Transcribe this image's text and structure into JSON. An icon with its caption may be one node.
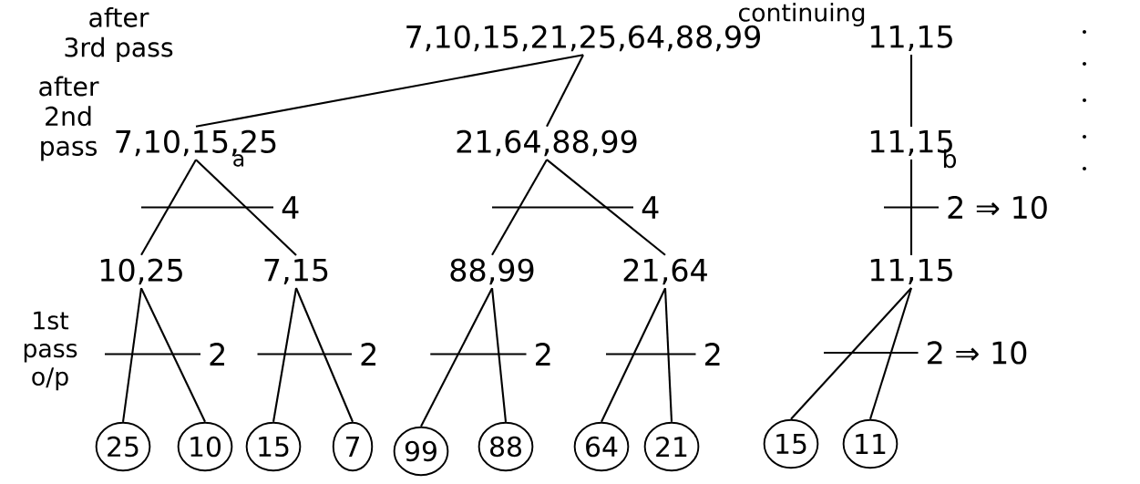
{
  "diagram": {
    "nodes": [
      {
        "text": [
          "7,10,15,21,25,64,88,99"
        ]
      },
      {
        "text": [
          "11,15"
        ]
      },
      {
        "text": [
          "7,10,15,25"
        ]
      },
      {
        "text": [
          "21,64,88,99"
        ]
      },
      {
        "text": [
          "11,15"
        ]
      },
      {
        "text": [
          "10,25"
        ]
      },
      {
        "text": [
          "7,15"
        ]
      },
      {
        "text": [
          "88,99"
        ]
      },
      {
        "text": [
          "21,64"
        ]
      },
      {
        "text": [
          "11,15"
        ]
      },
      {
        "text": [
          "25"
        ]
      },
      {
        "text": [
          "10"
        ]
      },
      {
        "text": [
          "15"
        ]
      },
      {
        "text": [
          "7"
        ]
      },
      {
        "text": [
          "99"
        ]
      },
      {
        "text": [
          "88"
        ]
      },
      {
        "text": [
          "64"
        ]
      },
      {
        "text": [
          "21"
        ]
      },
      {
        "text": [
          "15"
        ]
      },
      {
        "text": [
          "11"
        ]
      }
    ],
    "edges": [
      {
        "from": 0,
        "to": 2,
        "arrow": "none"
      },
      {
        "from": 0,
        "to": 3,
        "arrow": "none"
      },
      {
        "from": 1,
        "to": 4,
        "arrow": "none"
      },
      {
        "from": 2,
        "to": 5,
        "arrow": "none"
      },
      {
        "from": 2,
        "to": 6,
        "arrow": "none"
      },
      {
        "from": 3,
        "to": 7,
        "arrow": "none"
      },
      {
        "from": 3,
        "to": 8,
        "arrow": "none"
      },
      {
        "from": 4,
        "to": 9,
        "arrow": "none"
      },
      {
        "from": 5,
        "to": 10,
        "arrow": "none"
      },
      {
        "from": 5,
        "to": 11,
        "arrow": "none"
      },
      {
        "from": 6,
        "to": 12,
        "arrow": "none"
      },
      {
        "from": 6,
        "to": 13,
        "arrow": "none"
      },
      {
        "from": 7,
        "to": 14,
        "arrow": "none"
      },
      {
        "from": 7,
        "to": 15,
        "arrow": "none"
      },
      {
        "from": 8,
        "to": 16,
        "arrow": "none"
      },
      {
        "from": 8,
        "to": 17,
        "arrow": "none"
      },
      {
        "from": 9,
        "to": 18,
        "arrow": "none"
      },
      {
        "from": 9,
        "to": 19,
        "arrow": "none"
      }
    ],
    "labels": [
      "after 3rd pass",
      "continuing",
      "after 2nd pass",
      "a",
      "b",
      "4",
      "4",
      "2 ⇒ 10",
      "1st pass o/p",
      "2",
      "2",
      "2",
      "2",
      "2 ⇒ 10"
    ]
  }
}
